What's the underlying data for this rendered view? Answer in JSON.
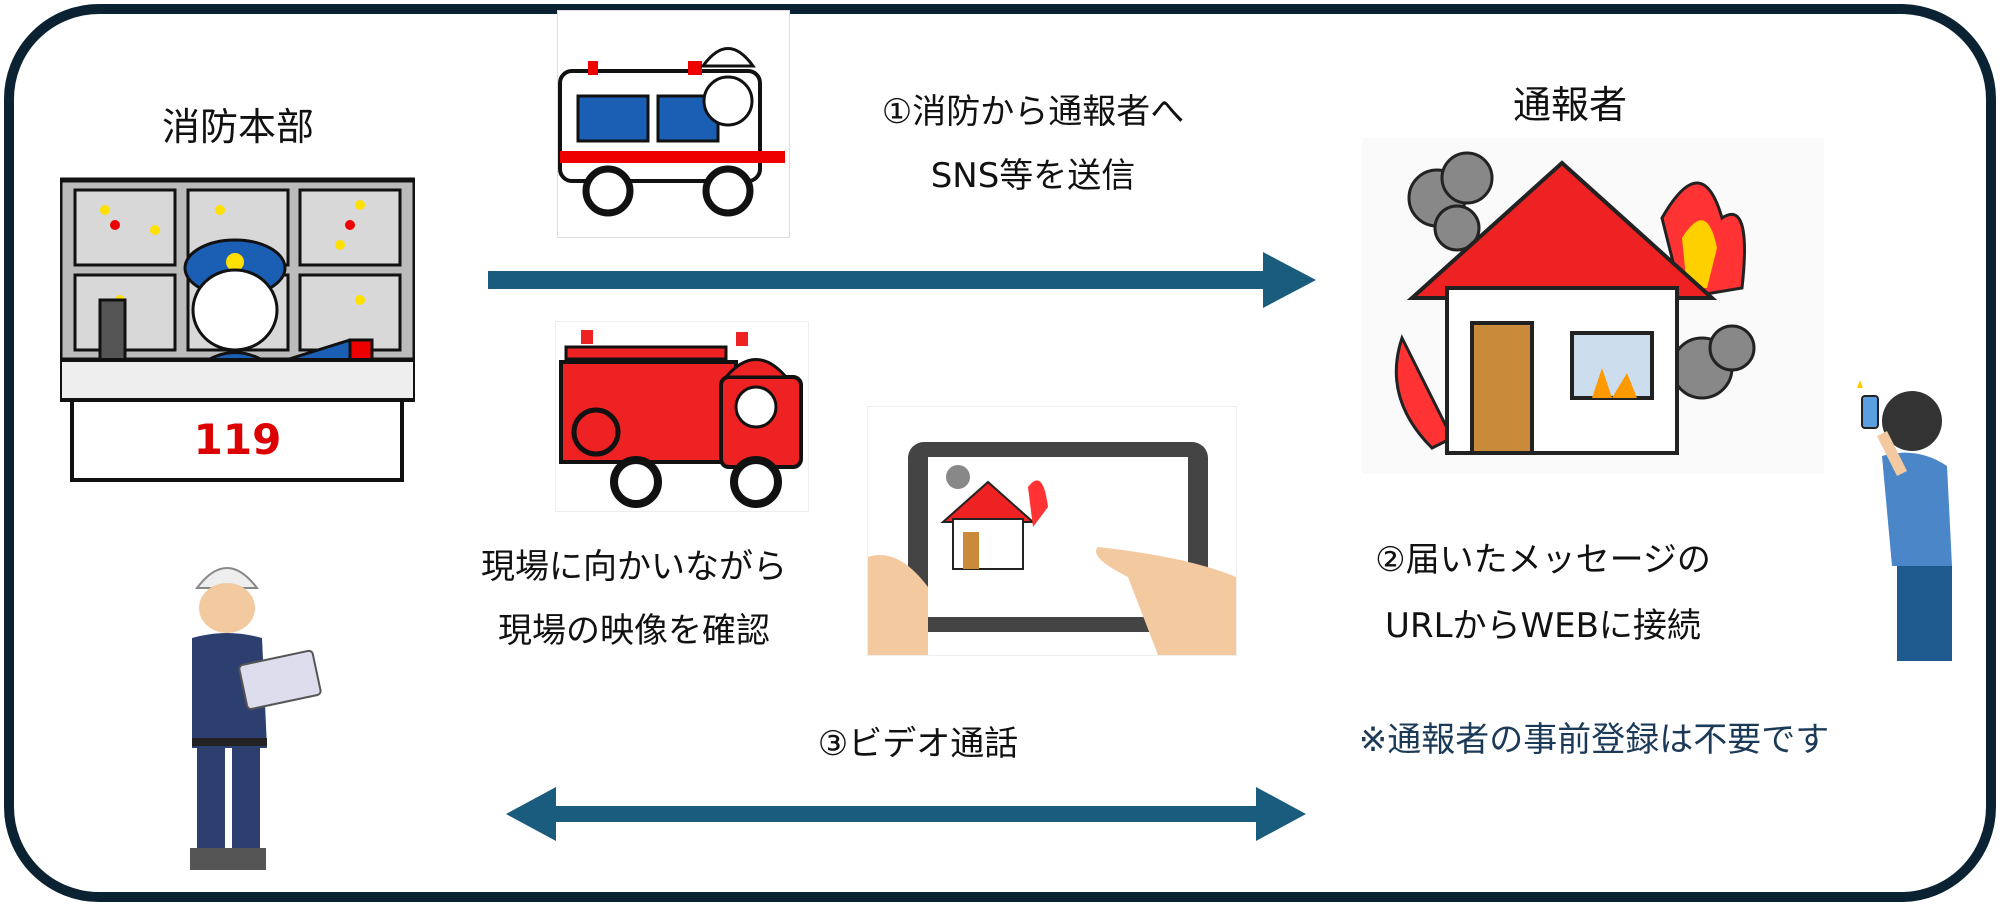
{
  "hq": {
    "title": "消防本部",
    "counter_number": "119"
  },
  "reporter": {
    "title": "通報者"
  },
  "step1": {
    "line1": "①消防から通報者へ",
    "line2": "SNS等を送信"
  },
  "step_fieldview": {
    "line1": "現場に向かいながら",
    "line2": "現場の映像を確認"
  },
  "step2": {
    "line1": "②届いたメッセージの",
    "line2": "URLからWEBに接続"
  },
  "note": "※通報者の事前登録は不要です",
  "step3": {
    "label": "③ビデオ通話"
  },
  "colors": {
    "frame": "#0b2233",
    "arrow": "#1a5c7e",
    "note": "#1b3a57"
  }
}
